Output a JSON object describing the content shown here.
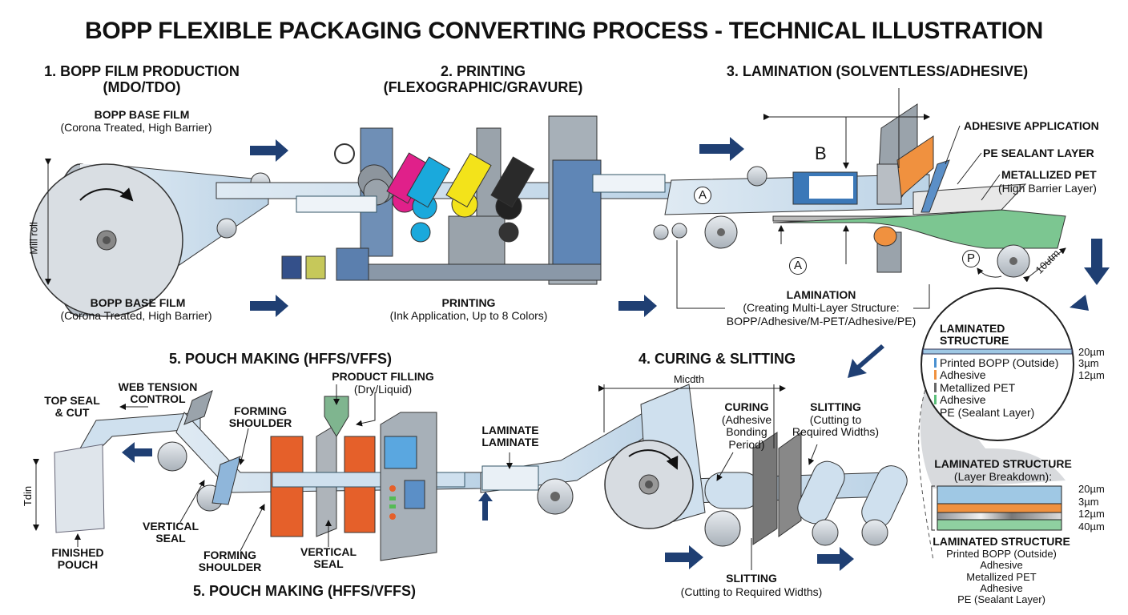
{
  "title": "BOPP FLEXIBLE PACKAGING CONVERTING PROCESS - TECHNICAL ILLUSTRATION",
  "colors": {
    "arrow": "#1f3f73",
    "film": "#cfe0ee",
    "roll": "#c9ced4",
    "steel": "#9aa3ab",
    "orange": "#e5602a",
    "green": "#7cc691",
    "cyan": "#1aa9dc",
    "magenta": "#e0208a",
    "yellow": "#f3e31a",
    "black": "#222222",
    "bopp": "#9fc8e4",
    "adhesive": "#f0913f",
    "pet": "#b9bcc0",
    "pe": "#8fd0a0"
  },
  "stage1": {
    "heading": [
      "1. BOPP FILM PRODUCTION",
      "(MDO/TDO)"
    ],
    "top_label": "BOPP BASE FILM",
    "top_sub": "(Corona Treated, High Barrier)",
    "bottom_label": "BOPP BASE FILM",
    "bottom_sub": "(Corona Treated, High Barrier)",
    "roll_dim": "Mill roll"
  },
  "stage2": {
    "heading": [
      "2. PRINTING",
      "(FLEXOGRAPHIC/GRAVURE)"
    ],
    "label": "PRINTING",
    "sub": "(Ink Application, Up to 8 Colors)"
  },
  "stage3": {
    "heading": "3. LAMINATION (SOLVENTLESS/ADHESIVE)",
    "adhesive": "ADHESIVE APPLICATION",
    "pe": "PE SEALANT LAYER",
    "pet": "METALLIZED PET",
    "pet_sub": "(High Barrier Layer)",
    "marker_b": "B",
    "marker_a1": "A",
    "marker_a2": "A",
    "marker_p": "P",
    "dim": "10utm",
    "label": "LAMINATION",
    "sub1": "(Creating Multi-Layer Structure:",
    "sub2": "BOPP/Adhesive/M-PET/Adhesive/PE)"
  },
  "detail_circle": {
    "title": [
      "LAMINATED",
      "STRUCTURE"
    ],
    "layers": [
      "Printed BOPP (Outside)",
      "Adhesive",
      "Metallized PET",
      "Adhesive",
      "PE (Sealant Layer)"
    ],
    "dims": [
      "20µm",
      "3µm",
      "12µm"
    ]
  },
  "breakdown": {
    "title": "LAMINATED STRUCTURE",
    "sub": "(Layer Breakdown):",
    "dims": [
      "20µm",
      "3µm",
      "12µm",
      "40µm"
    ],
    "title2": "LAMINATED STRUCTURE",
    "layers": [
      "Printed BOPP (Outside)",
      "Adhesive",
      "Metallized PET",
      "Adhesive",
      "PE (Sealant Layer)"
    ]
  },
  "stage4": {
    "heading": "4. CURING & SLITTING",
    "dim": "Micdth",
    "curing": "CURING",
    "curing_sub": [
      "(Adhesive",
      "Bonding",
      "Period)"
    ],
    "slitting_top": "SLITTING",
    "slitting_top_sub": [
      "(Cutting to",
      "Required Widths)"
    ],
    "slitting": "SLITTING",
    "slitting_sub": "(Cutting to Required Widths)",
    "laminate": [
      "LAMINATE",
      "LAMINATE"
    ]
  },
  "stage5": {
    "heading_top": "5. POUCH MAKING (HFFS/VFFS)",
    "heading_bottom": "5. POUCH MAKING (HFFS/VFFS)",
    "web_tension": [
      "WEB TENSION",
      "CONTROL"
    ],
    "top_seal": [
      "TOP SEAL",
      "& CUT"
    ],
    "forming_top": [
      "FORMING",
      "SHOULDER"
    ],
    "filling": "PRODUCT FILLING",
    "filling_sub": "(Dry/Liquid)",
    "vertical_left": [
      "VERTICAL",
      "SEAL"
    ],
    "forming_bottom": [
      "FORMING",
      "SHOULDER"
    ],
    "vertical_bottom": [
      "VERTICAL",
      "SEAL"
    ],
    "finished": [
      "FINISHED",
      "POUCH"
    ],
    "pouch_dim": "Tdin"
  }
}
